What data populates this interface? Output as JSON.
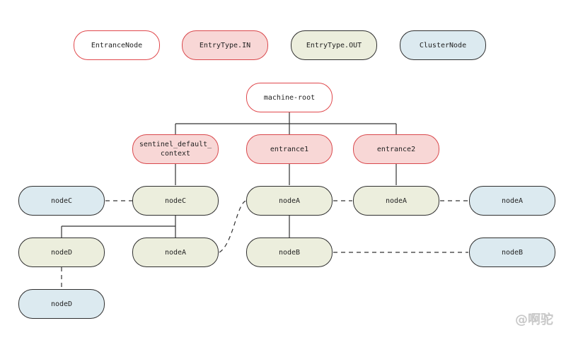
{
  "legend": {
    "entrance": "EntranceNode",
    "entry_in": "EntryType.IN",
    "entry_out": "EntryType.OUT",
    "cluster": "ClusterNode"
  },
  "nodes": {
    "machine_root": "machine-root",
    "sentinel_context": "sentinel_default_context",
    "entrance1": "entrance1",
    "entrance2": "entrance2",
    "nodeC_cluster": "nodeC",
    "nodeC_out": "nodeC",
    "nodeA_e1": "nodeA",
    "nodeA_e2": "nodeA",
    "nodeA_cluster": "nodeA",
    "nodeD_out": "nodeD",
    "nodeA_under_c": "nodeA",
    "nodeB_out": "nodeB",
    "nodeB_cluster": "nodeB",
    "nodeD_cluster": "nodeD"
  },
  "watermark": "@啊驼"
}
